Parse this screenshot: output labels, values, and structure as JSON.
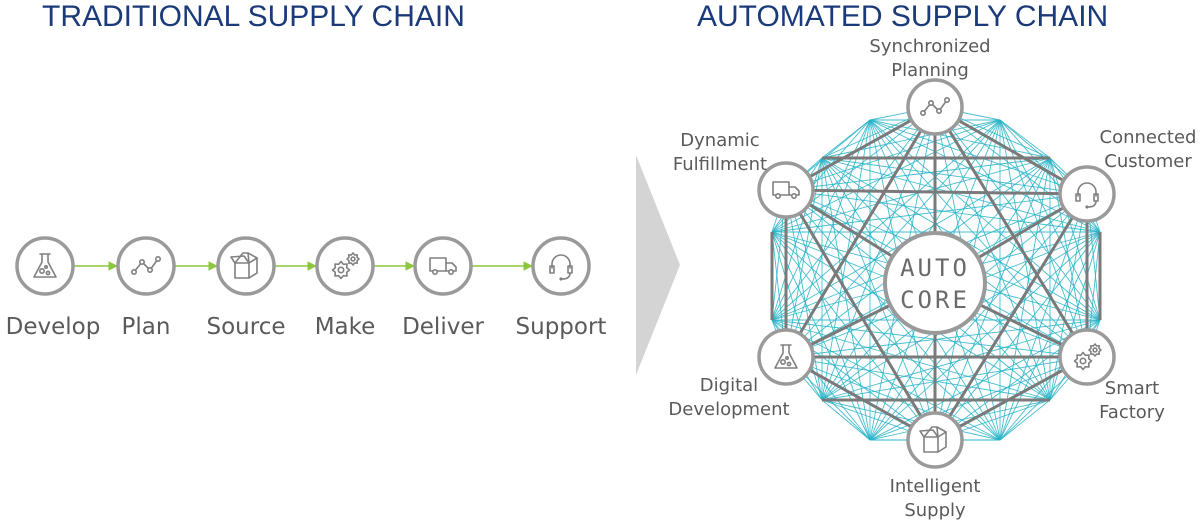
{
  "traditional": {
    "title": "TRADITIONAL SUPPLY CHAIN",
    "steps": [
      {
        "label": "Develop",
        "icon": "flask-icon"
      },
      {
        "label": "Plan",
        "icon": "line-chart-icon"
      },
      {
        "label": "Source",
        "icon": "box-icon"
      },
      {
        "label": "Make",
        "icon": "gears-icon"
      },
      {
        "label": "Deliver",
        "icon": "truck-icon"
      },
      {
        "label": "Support",
        "icon": "headset-icon"
      }
    ]
  },
  "automated": {
    "title": "AUTOMATED SUPPLY CHAIN",
    "core": {
      "line1": "AUTO",
      "line2": "CORE"
    },
    "nodes": [
      {
        "lines": [
          "Synchronized",
          "Planning"
        ],
        "icon": "line-chart-icon"
      },
      {
        "lines": [
          "Connected",
          "Customer"
        ],
        "icon": "headset-icon"
      },
      {
        "lines": [
          "Smart",
          "Factory"
        ],
        "icon": "gears-icon"
      },
      {
        "lines": [
          "Intelligent",
          "Supply"
        ],
        "icon": "box-icon"
      },
      {
        "lines": [
          "Digital",
          "Development"
        ],
        "icon": "flask-icon"
      },
      {
        "lines": [
          "Dynamic",
          "Fulfillment"
        ],
        "icon": "truck-icon"
      }
    ]
  },
  "colors": {
    "title": "#1b3a7a",
    "node_stroke": "#9a9a9a",
    "arrow": "#8dc63f",
    "mesh": "#26b3c7",
    "hub_line": "#7a7a7a",
    "chevron": "#d4d4d4"
  }
}
